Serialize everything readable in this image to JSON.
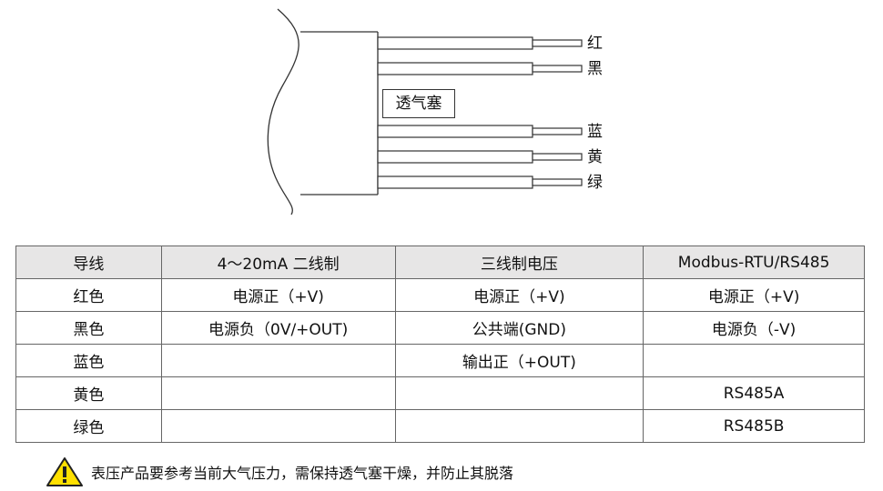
{
  "diagram": {
    "plug_label": "透气塞",
    "wires": [
      {
        "label": "红"
      },
      {
        "label": "黑"
      },
      {
        "label": "蓝"
      },
      {
        "label": "黄"
      },
      {
        "label": "绿"
      }
    ]
  },
  "table": {
    "headers": [
      "导线",
      "4～20mA 二线制",
      "三线制电压",
      "Modbus-RTU/RS485"
    ],
    "rows": [
      [
        "红色",
        "电源正（+V)",
        "电源正（+V)",
        "电源正（+V)"
      ],
      [
        "黑色",
        "电源负（0V/+OUT)",
        "公共端(GND)",
        "电源负（-V)"
      ],
      [
        "蓝色",
        "",
        "输出正（+OUT)",
        ""
      ],
      [
        "黄色",
        "",
        "",
        "RS485A"
      ],
      [
        "绿色",
        "",
        "",
        "RS485B"
      ]
    ]
  },
  "note": {
    "icon": "warning-icon",
    "text": "表压产品要参考当前大气压力，需保持透气塞干燥，并防止其脱落"
  },
  "colors": {
    "warning_fill": "#ffe000",
    "header_bg": "#e7e6e6",
    "border": "#666666"
  }
}
